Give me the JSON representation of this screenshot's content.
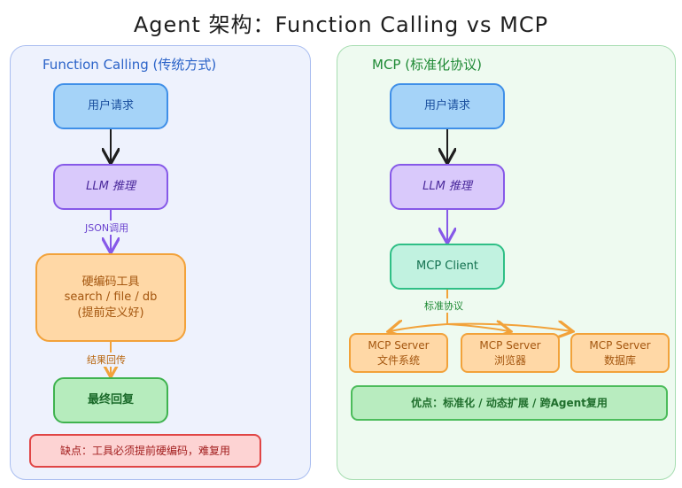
{
  "title": "Agent 架构：Function Calling vs MCP",
  "left": {
    "title": "Function Calling (传统方式)",
    "user_request": "用户请求",
    "llm": "LLM 推理",
    "edge_json": "JSON调用",
    "hardcoded": {
      "line1": "硬编码工具",
      "line2": "search / file / db",
      "line3": "(提前定义好)"
    },
    "edge_result": "结果回传",
    "final": "最终回复",
    "drawback": "缺点：工具必须提前硬编码，难复用"
  },
  "right": {
    "title": "MCP (标准化协议)",
    "user_request": "用户请求",
    "llm": "LLM 推理",
    "client": "MCP Client",
    "edge_protocol": "标准协议",
    "servers": [
      {
        "name": "MCP Server",
        "desc": "文件系统"
      },
      {
        "name": "MCP Server",
        "desc": "浏览器"
      },
      {
        "name": "MCP Server",
        "desc": "数据库"
      }
    ],
    "advantage": "优点：标准化 / 动态扩展 / 跨Agent复用"
  },
  "colors": {
    "blue": "#a5d3f8",
    "purple": "#d9c9fb",
    "orange": "#ffd8a6",
    "green": "#b6ecbd",
    "mint": "#c1f2e0",
    "red": "#fdd3d3"
  }
}
